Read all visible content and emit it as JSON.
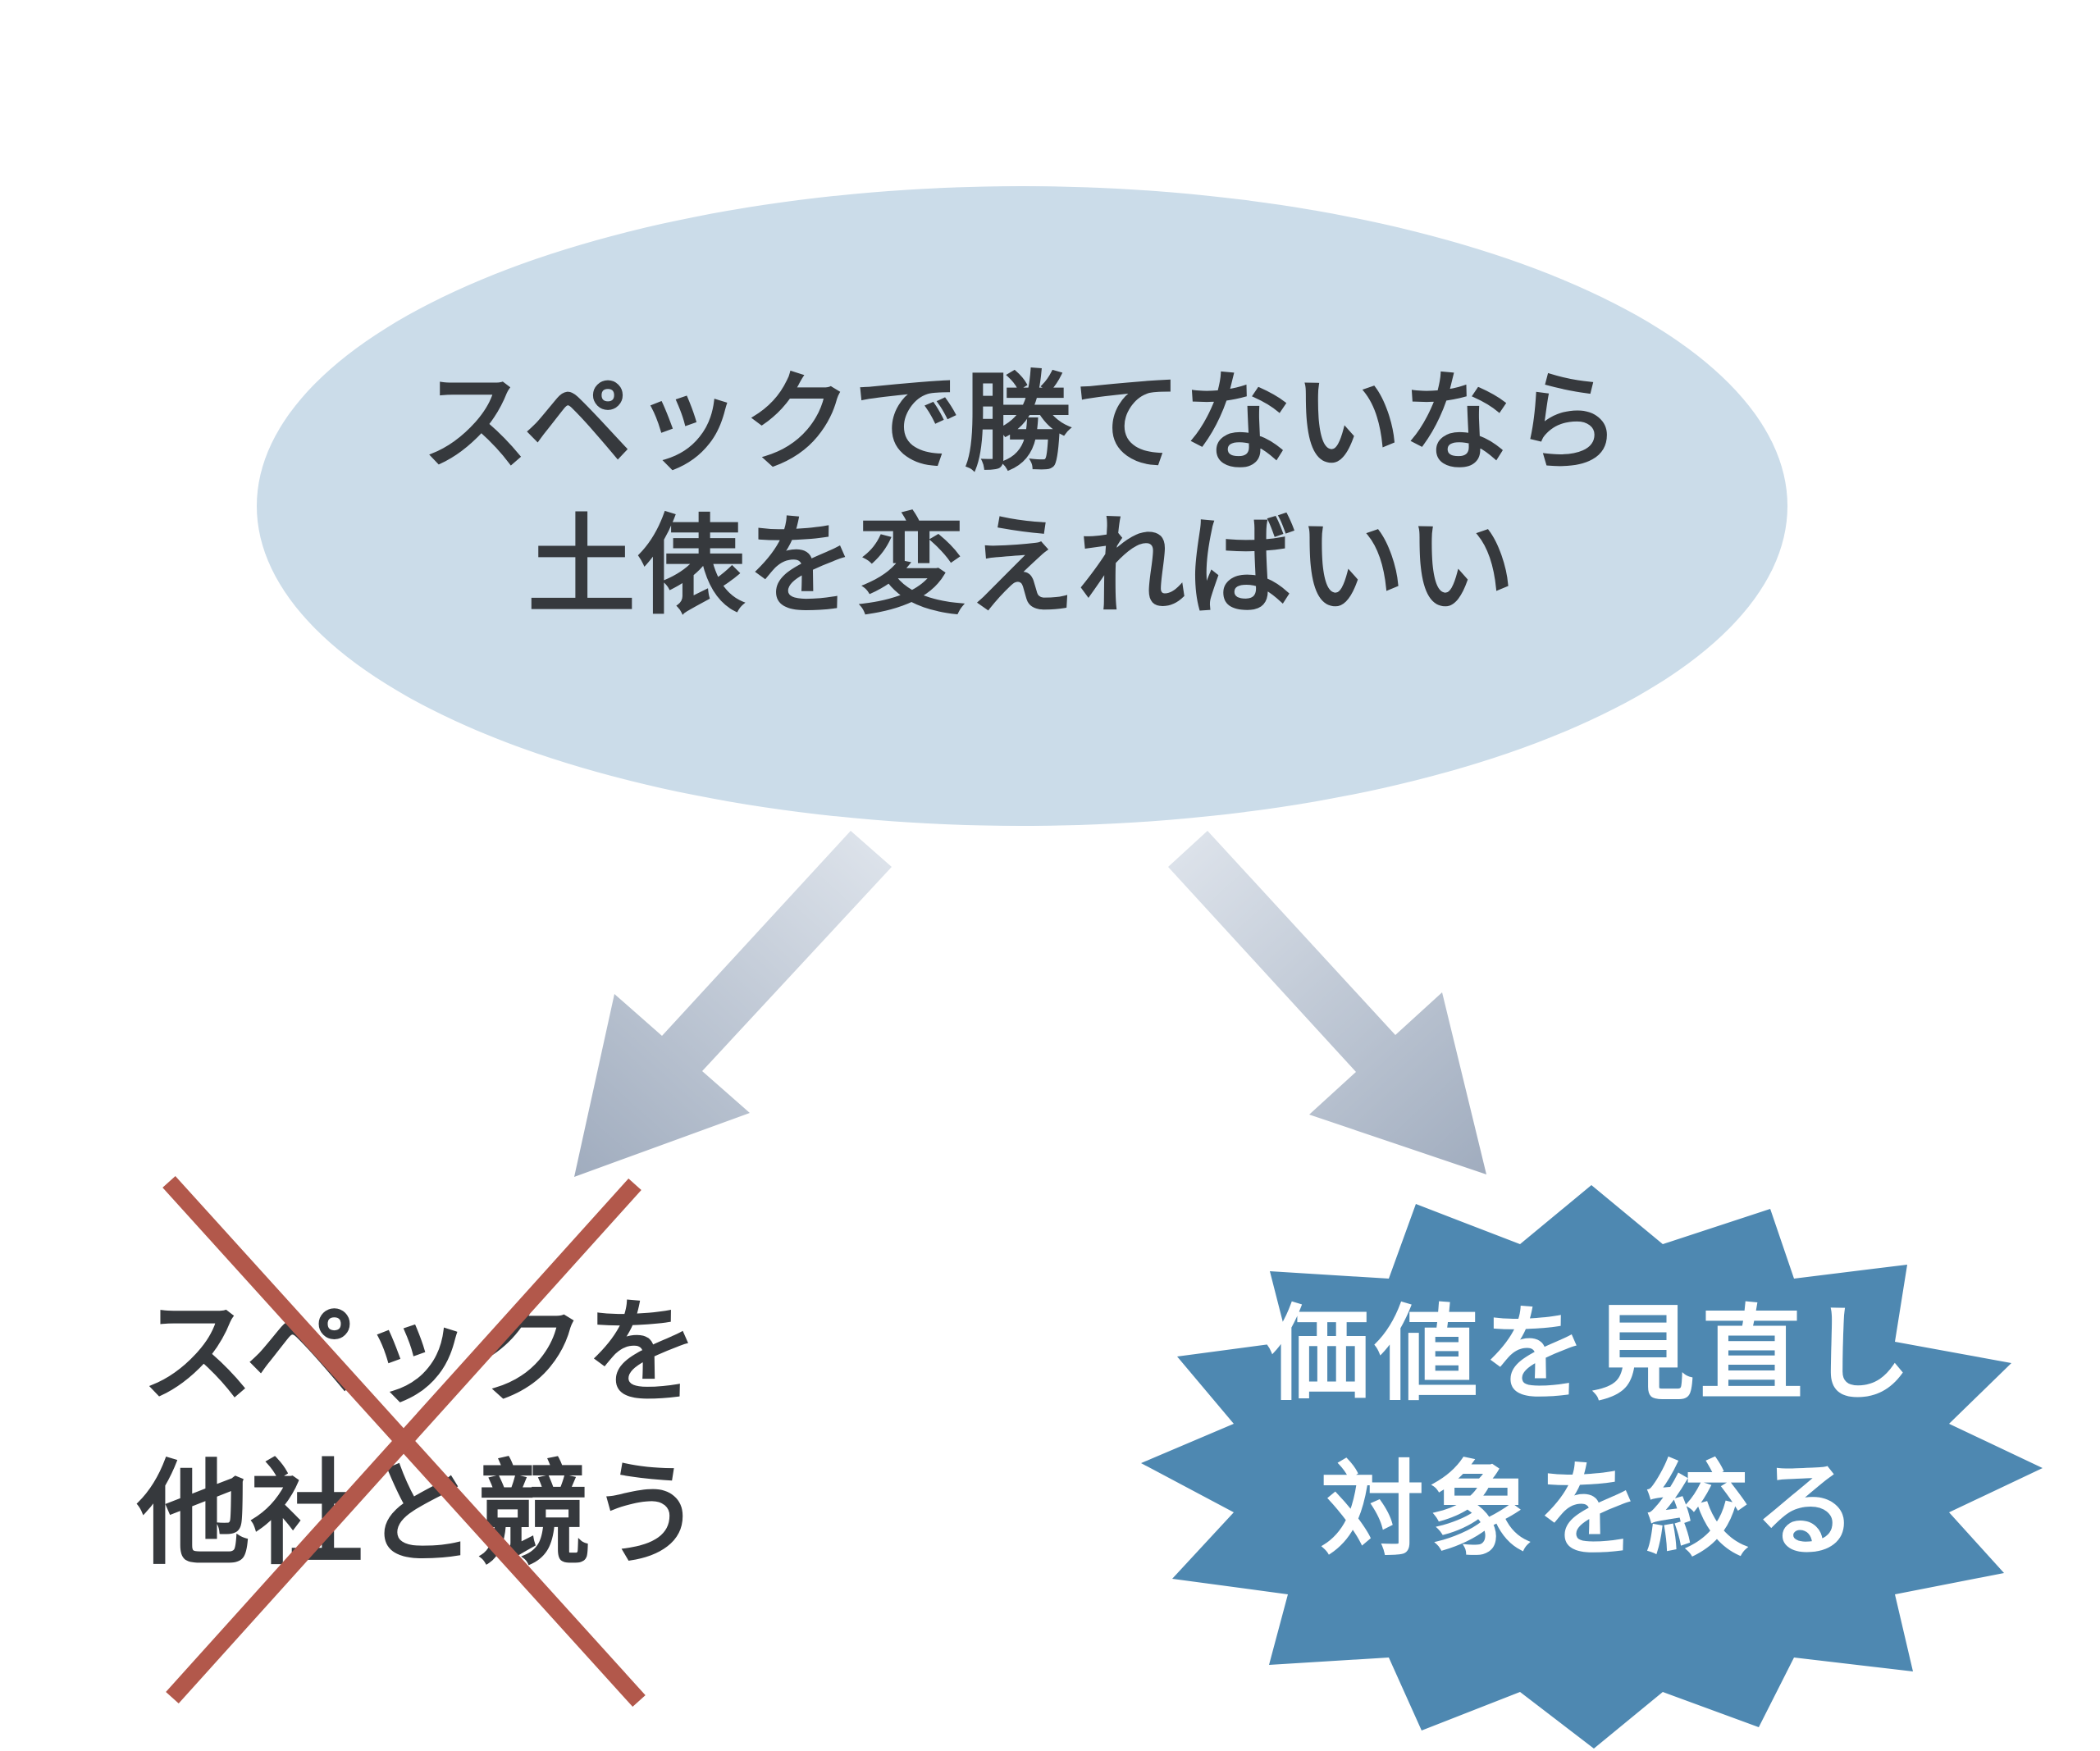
{
  "diagram": {
    "root_claim": {
      "line1": "スペックで勝てないなら",
      "line2": "土俵を変えればいい"
    },
    "rejected_option": {
      "line1": "スペックを",
      "line2": "他社と競う"
    },
    "chosen_option": {
      "line1": "価値を見直し",
      "line2": "対象を絞る"
    }
  },
  "colors": {
    "background": "#ffffff",
    "ellipse_fill": "#cbdce9",
    "heading_text": "#36393d",
    "rejected_text": "#36393d",
    "arrow_gradient_start": "#dce2ea",
    "arrow_gradient_end": "#a0acbe",
    "cross_mark": "#b2584b",
    "starburst_fill": "#4e88b1",
    "starburst_text": "#ffffff"
  }
}
